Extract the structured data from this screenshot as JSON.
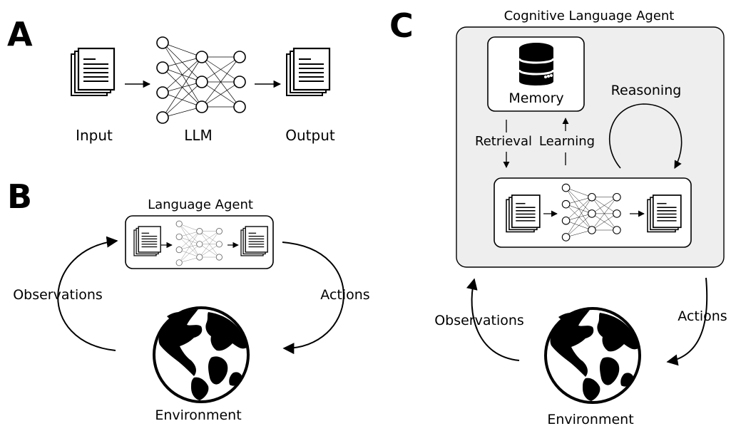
{
  "panels": {
    "a": {
      "letter": "A",
      "input_label": "Input",
      "llm_label": "LLM",
      "output_label": "Output"
    },
    "b": {
      "letter": "B",
      "agent_label": "Language Agent",
      "observations_label": "Observations",
      "actions_label": "Actions",
      "environment_label": "Environment"
    },
    "c": {
      "letter": "C",
      "agent_label": "Cognitive Language Agent",
      "memory_label": "Memory",
      "retrieval_label": "Retrieval",
      "learning_label": "Learning",
      "reasoning_label": "Reasoning",
      "observations_label": "Observations",
      "actions_label": "Actions",
      "environment_label": "Environment"
    }
  },
  "icons": [
    "document-stack-icon",
    "neural-network-icon",
    "globe-icon",
    "database-icon",
    "arrow-icon"
  ],
  "colors": {
    "ink": "#000000",
    "panel_fill": "#eeeeee",
    "box_fill": "#ffffff"
  }
}
